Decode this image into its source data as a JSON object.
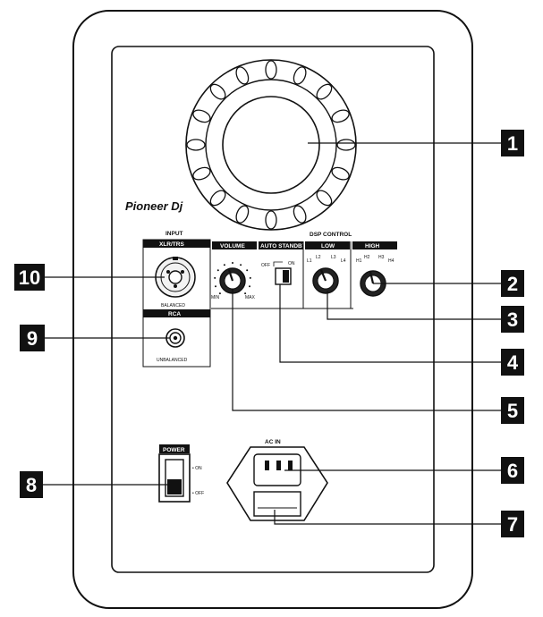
{
  "brand": "Pioneer Dj",
  "input": {
    "title": "INPUT",
    "xlr_header": "XLR/TRS",
    "balanced": "BALANCED",
    "rca_header": "RCA",
    "unbalanced": "UNBALANCED"
  },
  "volume": {
    "header": "VOLUME",
    "min": "MIN",
    "max": "MAX"
  },
  "auto_standby": {
    "header": "AUTO STANDBY",
    "off": "OFF",
    "on": "ON"
  },
  "dsp": {
    "title": "DSP CONTROL",
    "low": {
      "header": "LOW",
      "ticks": [
        "L1",
        "L2",
        "L3",
        "L4"
      ]
    },
    "high": {
      "header": "HIGH",
      "ticks": [
        "H1",
        "H2",
        "H3",
        "H4"
      ]
    }
  },
  "power": {
    "header": "POWER",
    "on": "• ON",
    "off": "• OFF"
  },
  "ac_in": {
    "label": "AC IN"
  },
  "callouts": [
    "1",
    "2",
    "3",
    "4",
    "5",
    "6",
    "7",
    "8",
    "9",
    "10"
  ]
}
